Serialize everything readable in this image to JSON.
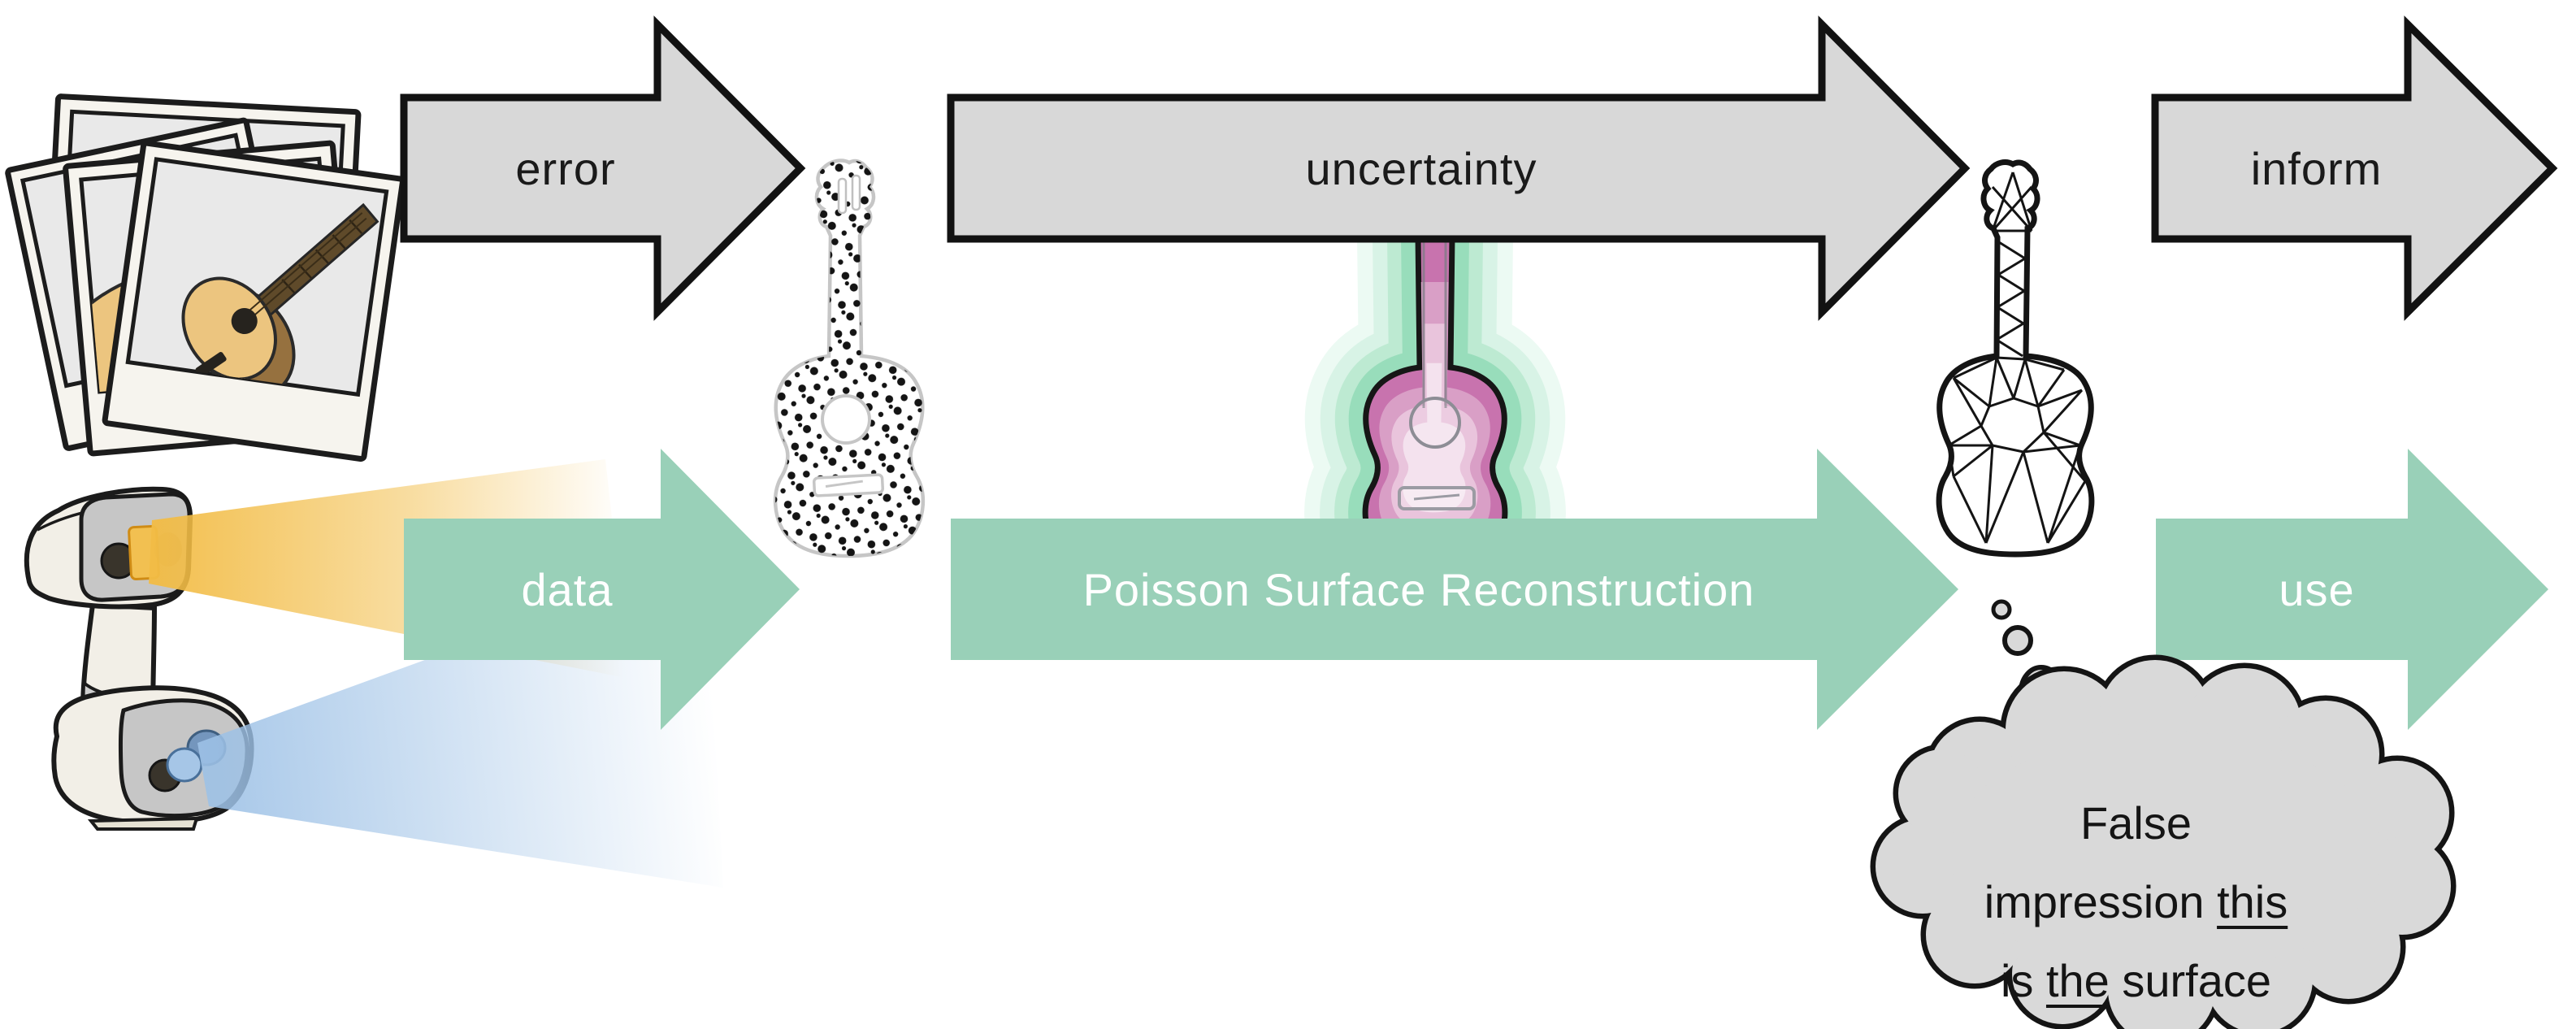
{
  "figure": {
    "background": "#ffffff",
    "top_row": {
      "error_label": "error",
      "uncertainty_label": "uncertainty",
      "inform_label": "inform"
    },
    "bottom_row": {
      "data_label": "data",
      "poisson_label": "Poisson Surface Reconstruction",
      "use_label": "use"
    },
    "thought_cloud": {
      "line1": "False",
      "line2_pre": "impression ",
      "line2_underlined": "this",
      "line3_pre": "is ",
      "line3_underlined": "the",
      "line3_post": " surface"
    },
    "icons": {
      "photo_stack": "guitar-photos-icon",
      "scanner": "handheld-3d-scanner-icon",
      "point_cloud": "point-cloud-guitar-icon",
      "uncertain_surface": "uncertainty-glow-guitar-icon",
      "mesh": "wireframe-mesh-guitar-icon",
      "thought_cloud": "thought-cloud-icon"
    },
    "colors": {
      "arrow_gray": "#d8d8d8",
      "arrow_outline": "#121212",
      "arrow_green": "#99d0b8",
      "label_dark": "#1a1a1a",
      "label_light": "#ffffff",
      "cloud_fill": "#d9d9d9",
      "guitar_pink": "#c873ae",
      "glow_green": "#98ddbb",
      "beam_yellow": "#f2bc45",
      "beam_blue": "#9dc1e6"
    }
  }
}
